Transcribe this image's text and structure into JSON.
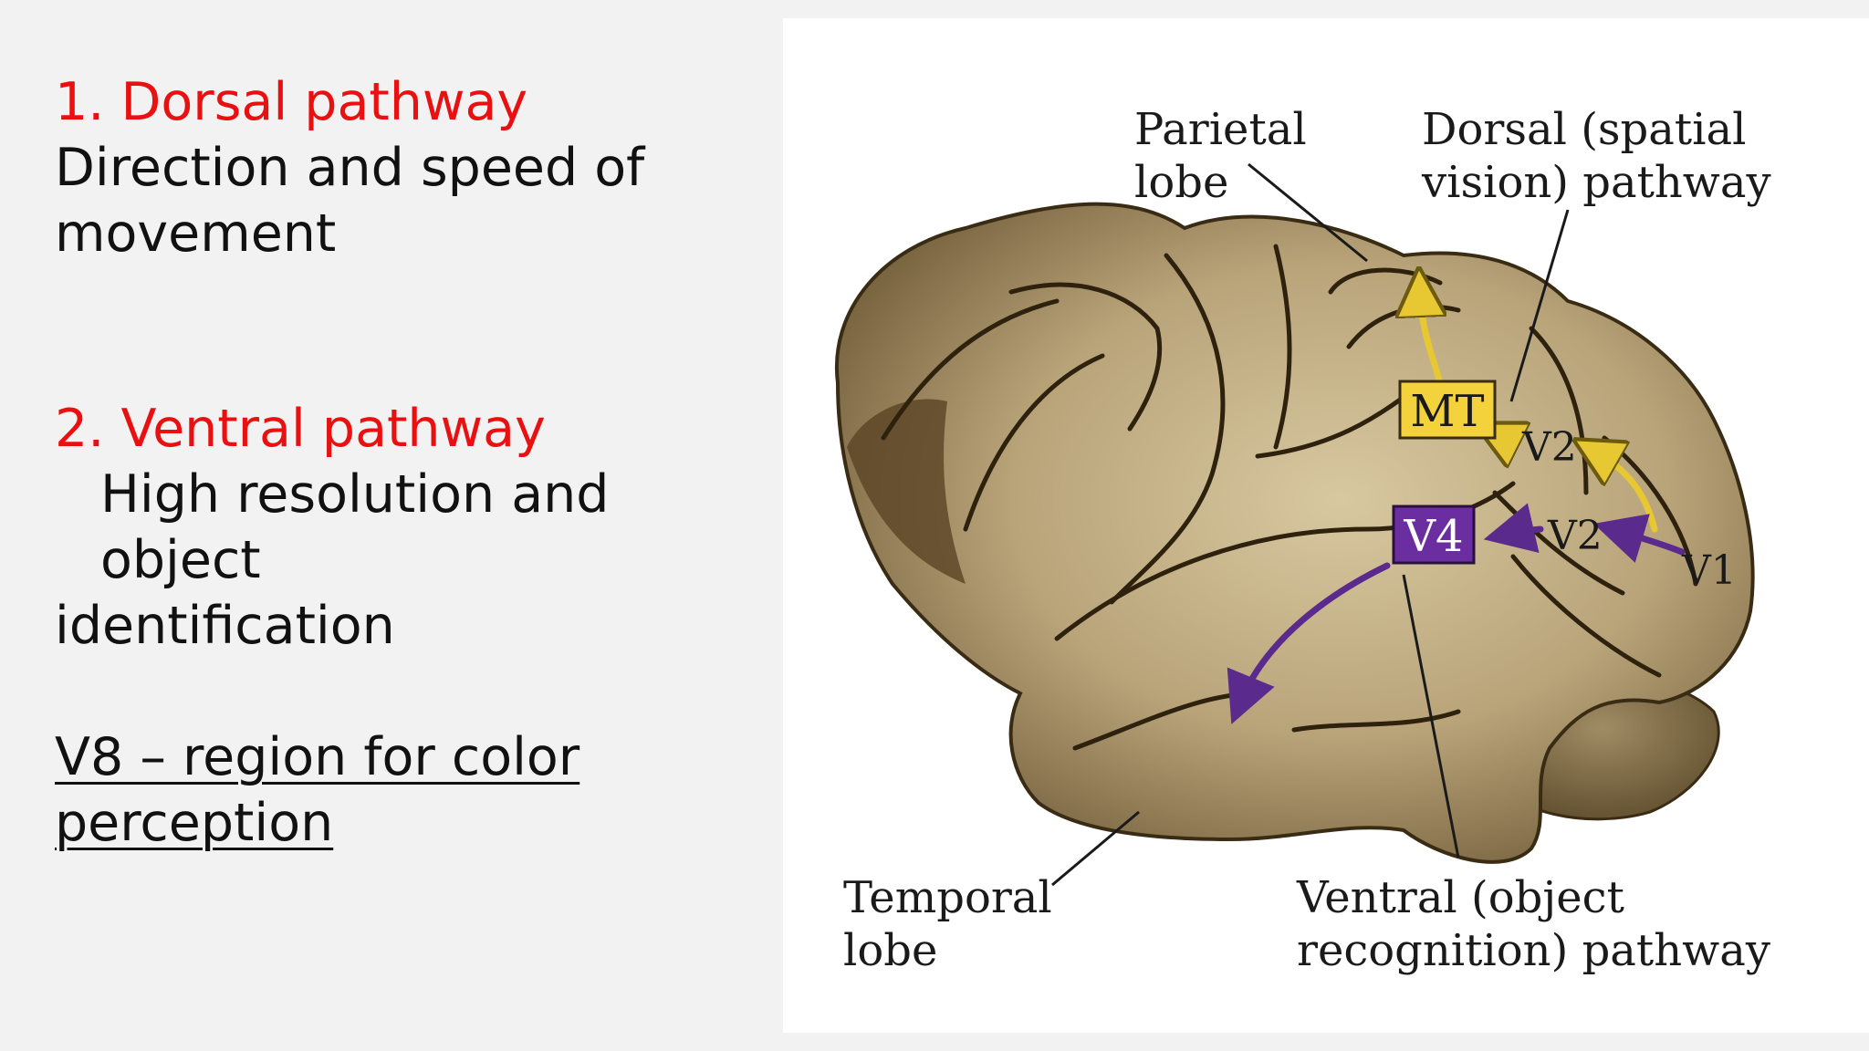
{
  "text": {
    "dorsal_heading": "1.  Dorsal pathway",
    "dorsal_desc_1": "Direction and speed of",
    "dorsal_desc_2": "movement",
    "ventral_heading": "2.  Ventral pathway",
    "ventral_desc_1": "High resolution and object",
    "ventral_desc_2": "identification",
    "v8_1": "V8 – region for color",
    "v8_2": "perception"
  },
  "diagram": {
    "parietal_1": "Parietal",
    "parietal_2": "lobe",
    "dorsal_label_1": "Dorsal (spatial",
    "dorsal_label_2": "vision) pathway",
    "mt": "MT",
    "v4": "V4",
    "v2_upper": "V2",
    "v2_lower": "V2",
    "v1": "V1",
    "temporal_1": "Temporal",
    "temporal_2": "lobe",
    "ventral_label_1": "Ventral (object",
    "ventral_label_2": "recognition) pathway"
  },
  "colors": {
    "heading_red": "#e81010",
    "mt_box": "#f4d23c",
    "v4_box": "#6a2ea0",
    "dorsal_arrow": "#e8c832",
    "ventral_arrow": "#5a2a8c",
    "brain": "#b9a47a"
  }
}
